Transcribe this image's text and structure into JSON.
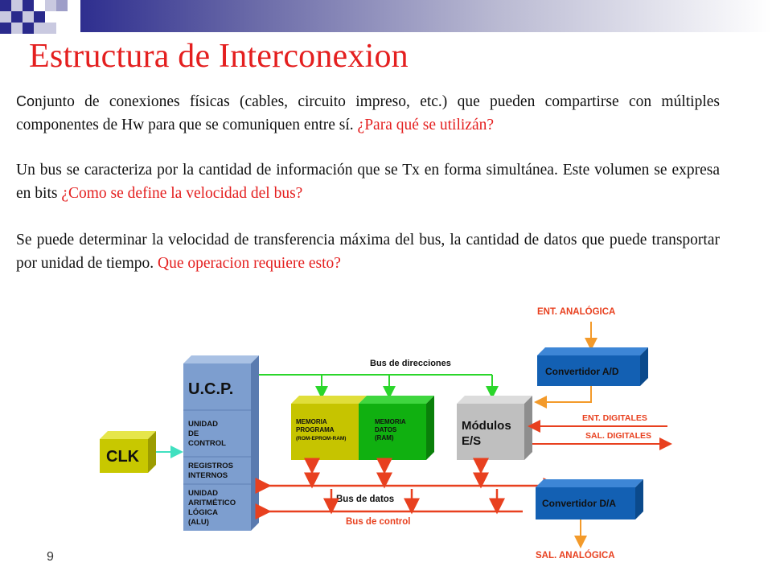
{
  "slide": {
    "title": "Estructura de Interconexion",
    "page_number": "9",
    "paragraphs": [
      {
        "lead": "Co",
        "text": "njunto de conexiones físicas (cables, circuito impreso, etc.) que pueden compartirse con múltiples componentes de Hw para que se comuniquen entre sí. ",
        "question": "¿Para qué se utilizán?"
      },
      {
        "text": "Un bus se caracteriza por la cantidad de información que se Tx en forma simultánea. Este volumen se expresa en bits ",
        "question": "¿Como se define la velocidad del bus?"
      },
      {
        "text": "Se puede determinar la velocidad de transferencia máxima del bus, la cantidad de datos que puede transportar por unidad de tiempo. ",
        "question": "Que operacion requiere esto?"
      }
    ]
  },
  "diagram": {
    "clk": "CLK",
    "ucp": {
      "title": "U.C.P.",
      "control": [
        "UNIDAD",
        "DE",
        "CONTROL"
      ],
      "registros": [
        "REGISTROS",
        "INTERNOS"
      ],
      "alu": [
        "UNIDAD",
        "ARITMÉTICO",
        "LÓGICA",
        "(ALU)"
      ]
    },
    "memoria_programa": [
      "MEMORIA",
      "PROGRAMA",
      "(ROM-EPROM-RAM)"
    ],
    "memoria_datos": [
      "MEMORIA",
      "DATOS",
      "(RAM)"
    ],
    "modulos": [
      "Módulos",
      "E/S"
    ],
    "convertidor_ad": "Convertidor  A/D",
    "convertidor_da": "Convertidor  D/A",
    "bus_direcciones": "Bus de direcciones",
    "bus_datos": "Bus de datos",
    "bus_control": "Bus de control",
    "ent_analogica": "ENT. ANALÓGICA",
    "ent_digitales": "ENT. DIGITALES",
    "sal_digitales": "SAL. DIGITALES",
    "sal_analogica": "SAL. ANALÓGICA",
    "colors": {
      "ucp": "#7d9ecf",
      "clk": "#c8c800",
      "mem_prog": "#c6c400",
      "mem_datos": "#10b010",
      "modulos": "#bfbfbf",
      "convertidor": "#1360b3",
      "bus_direcciones": "#2bd62b",
      "bus_datos": "#e8401f",
      "analog": "#f39a2a",
      "clk_arrow": "#40e0c0"
    }
  }
}
